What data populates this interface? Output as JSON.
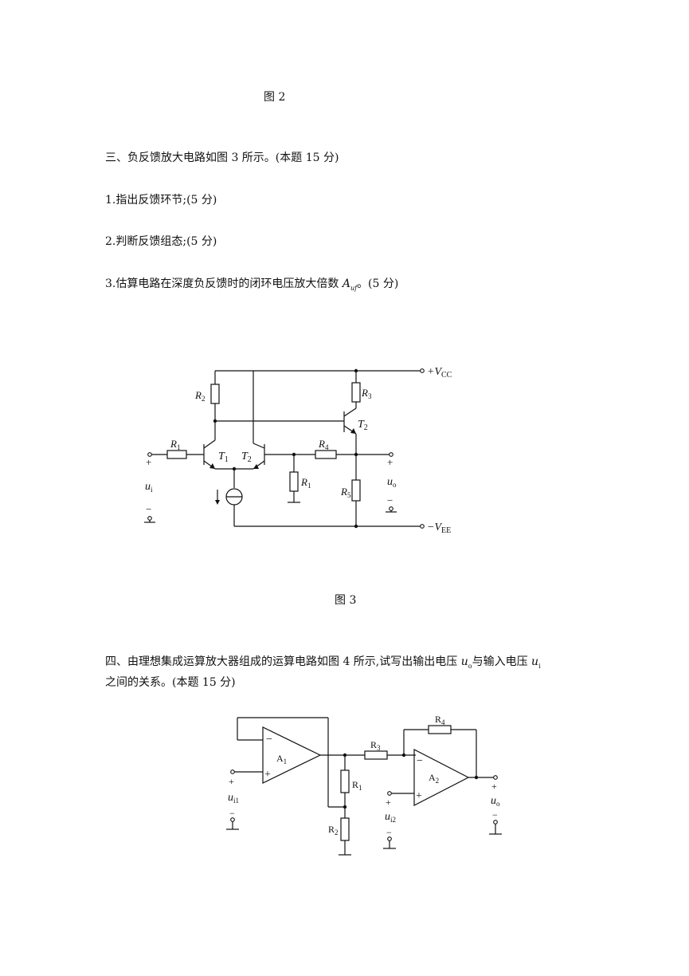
{
  "doc": {
    "fig2_caption": "图 2",
    "q3": {
      "title": "三、负反馈放大电路如图 3 所示。(本题 15 分)",
      "item1": "1.指出反馈环节;(5 分)",
      "item2": "2.判断反馈组态;(5 分)",
      "item3_pre": "3.估算电路在深度负反馈时的闭环电压放大倍数 ",
      "item3_sym": "A",
      "item3_sub": "uf",
      "item3_post": "。(5 分)"
    },
    "fig3": {
      "caption": "图 3",
      "vcc_label": "+V",
      "vcc_sub": "CC",
      "vee_label": "−V",
      "vee_sub": "EE",
      "r1_label": "R",
      "r1_sub": "1",
      "r2_label": "R",
      "r2_sub": "2",
      "r3_label": "R",
      "r3_sub": "3",
      "r4_label": "R",
      "r4_sub": "4",
      "r5_label": "R",
      "r5_sub": "5",
      "rb_label": "R",
      "rb_sub": "1",
      "t1_label": "T",
      "t1_sub": "1",
      "t2_label": "T",
      "t2_sub": "2",
      "t2b_label": "T",
      "t2b_sub": "2",
      "in_plus": "+",
      "in_minus": "−",
      "ui_label": "u",
      "ui_sub": "i",
      "out_plus": "+",
      "out_minus": "−",
      "uo_label": "u",
      "uo_sub": "o"
    },
    "q4": {
      "line1_pre": "四、由理想集成运算放大器组成的运算电路如图 4 所示,试写出输出电压 ",
      "line1_uo": "u",
      "line1_uo_sub": "o",
      "line1_mid": "与输入电压 ",
      "line1_ui": "u",
      "line1_ui_sub": "i",
      "line2": "之间的关系。(本题 15 分)"
    },
    "fig4": {
      "a1_label": "A",
      "a1_sub": "1",
      "a2_label": "A",
      "a2_sub": "2",
      "r1_label": "R",
      "r1_sub": "1",
      "r2_label": "R",
      "r2_sub": "2",
      "r3_label": "R",
      "r3_sub": "3",
      "r4_label": "R",
      "r4_sub": "4",
      "minus_sign": "−",
      "plus_sign": "+",
      "ui1_label": "u",
      "ui1_sub": "i1",
      "ui2_label": "u",
      "ui2_sub": "i2",
      "uo_label": "u",
      "uo_sub": "o",
      "term_plus": "+",
      "term_minus": "−"
    }
  }
}
